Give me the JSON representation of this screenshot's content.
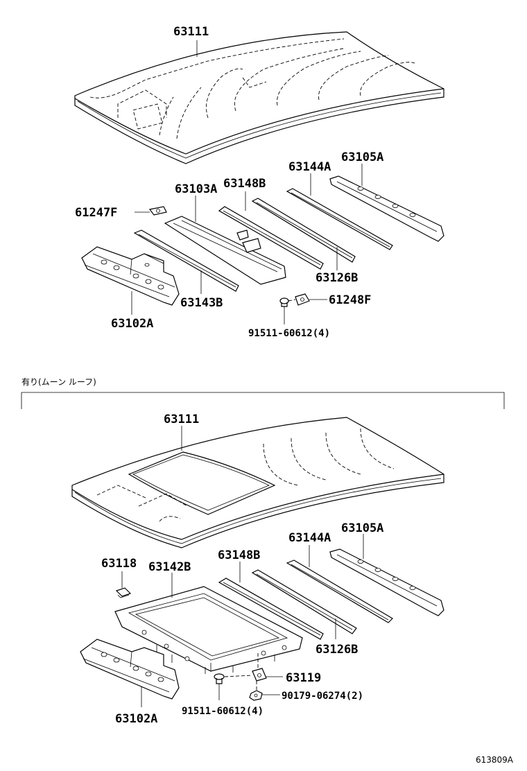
{
  "upper_section": {
    "labels": {
      "roof_panel": "63111",
      "roof_bow_rear": "63105A",
      "roof_bow_rear_center": "63144A",
      "roof_bow_center": "63148B",
      "roof_panel_reinforcement": "63103A",
      "clip_front": "61247F",
      "roof_bow_lower": "63126B",
      "roof_bow_front": "63143B",
      "header_panel": "63102A",
      "clip_rear": "61248F",
      "bolt": "91511-60612(4)"
    }
  },
  "moon_roof_section": {
    "caption": "有り(ムーン ルーフ)",
    "labels": {
      "roof_panel": "63111",
      "roof_bow_rear": "63105A",
      "roof_bow_rear_center": "63144A",
      "roof_bow_center": "63148B",
      "sunroof_frame": "63142B",
      "bracket": "63118",
      "roof_bow_lower": "63126B",
      "header_panel": "63102A",
      "clip": "63119",
      "nut": "90179-06274(2)",
      "bolt": "91511-60612(4)"
    }
  },
  "figure_code": "613809A"
}
